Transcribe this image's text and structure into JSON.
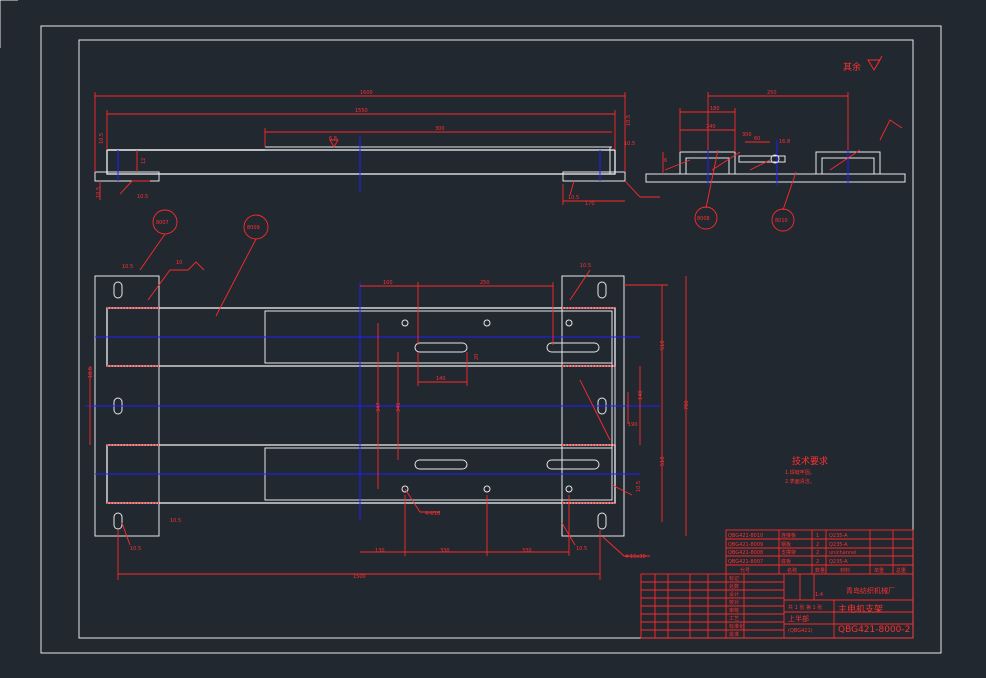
{
  "drawing": {
    "top_view_dims": {
      "overall": "1600",
      "inner": "1550",
      "middle": "300",
      "left_weld": "10.5",
      "right_weld": "10.5",
      "side_h": "12",
      "side_left": "10.5",
      "left_bot": "10.5",
      "right_bot": "10.5",
      "right_len": "170",
      "mid_weld": "6.8"
    },
    "side_view_dims": {
      "a": "250",
      "b": "180",
      "c": "140",
      "d": "300",
      "e": "60",
      "f": "16.8",
      "g": "6"
    },
    "callouts": {
      "c1": "8007",
      "c2": "8008",
      "c3": "8009",
      "c4": "8010"
    },
    "plan_dims": {
      "top1": "100",
      "top2": "250",
      "slot_len": "140",
      "slot_w": "20",
      "width_total": "780",
      "left_h": "510",
      "mid1": "341",
      "mid2": "347",
      "right1": "140",
      "right2": "190",
      "right3": "510",
      "bot1": "130",
      "bot2": "330",
      "bot3": "330",
      "overall_bot": "1500",
      "hole_note": "4-Φ16",
      "hole_note2": "4-16x30",
      "weld1": "10.5",
      "weld2": "10",
      "weld3": "10.5",
      "weld4": "10.5",
      "weld5": "10.5",
      "weld6": "10.5",
      "left_dim": "10.5",
      "side_t": "10.5"
    },
    "roughness_label": "其余",
    "tech_req": {
      "title": "技术要求",
      "line1": "1.焊缝牢固。",
      "line2": "2.表面清洁。"
    }
  },
  "title_block": {
    "company": "青岛纺织机械厂",
    "part_name": "主电机支架",
    "drawing_no": "QBG421-8000-2",
    "scale": "1:4",
    "sheet": "共 1 张 第 1 张",
    "material": "上半部",
    "material2": "(QBG421)",
    "rows": [
      [
        "QBG421-8010",
        "连接板",
        "1",
        "Q235-A",
        "",
        ""
      ],
      [
        "QBG421-8009",
        "钢板",
        "2",
        "Q235-A",
        "",
        ""
      ],
      [
        "QBG421-8008",
        "支撑架",
        "2",
        "unichannel",
        "",
        ""
      ],
      [
        "QBG421-8007",
        "底板",
        "2",
        "Q235-A",
        "",
        ""
      ],
      [
        "代号",
        "名称",
        "数量",
        "材料",
        "单重",
        "总重"
      ]
    ],
    "left_labels": [
      "标记",
      "处数",
      "设计",
      "校对",
      "审核",
      "工艺",
      "标准化",
      "批准"
    ]
  }
}
